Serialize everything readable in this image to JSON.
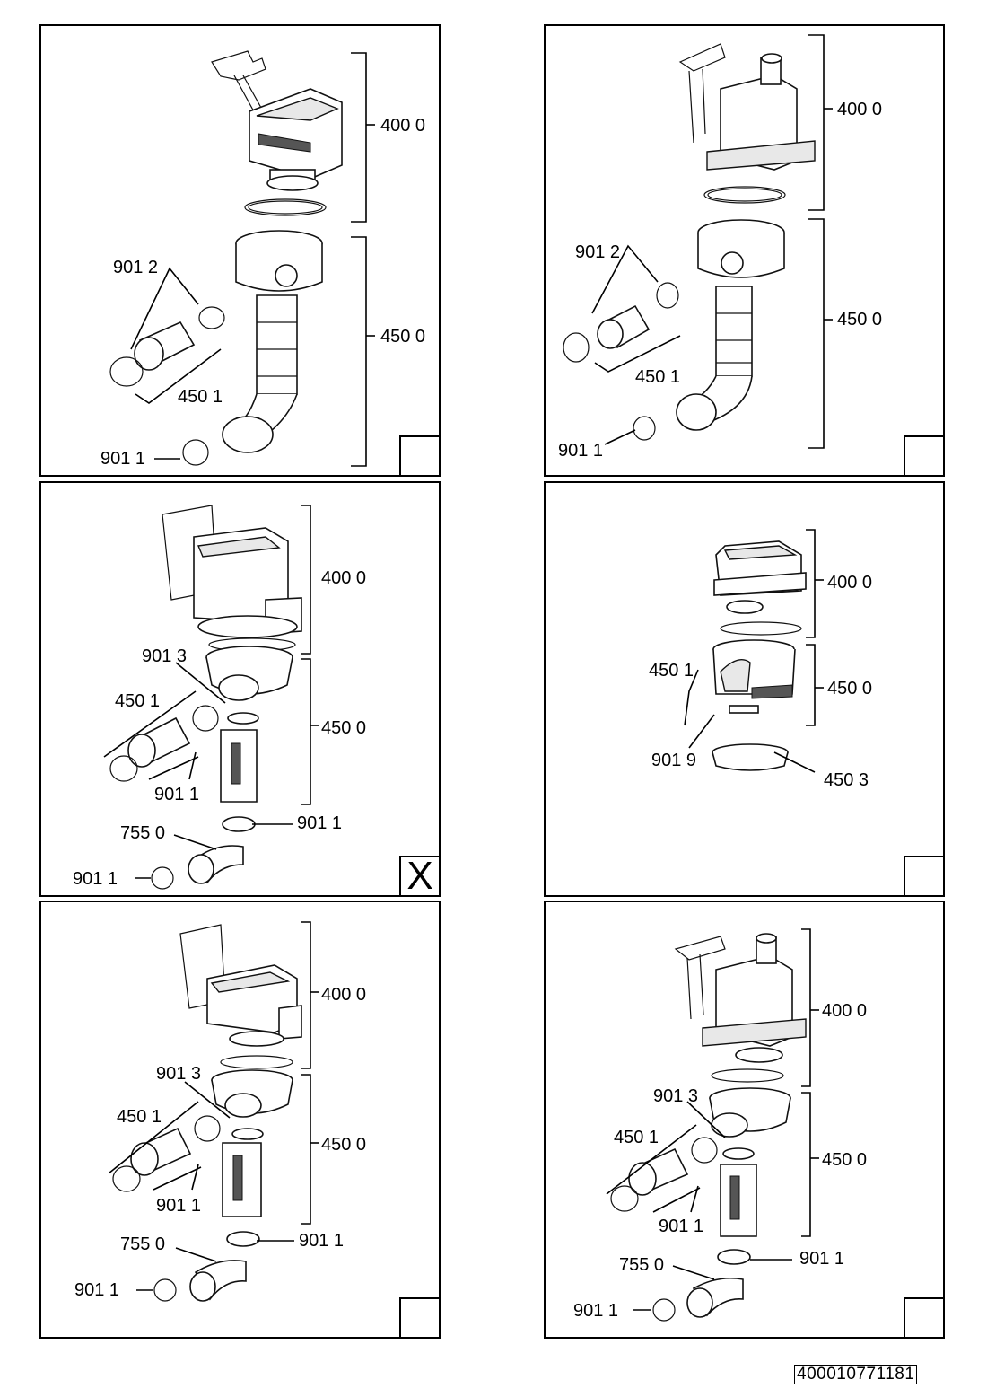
{
  "panels": [
    {
      "labels": [
        "400 0",
        "450 0",
        "901 2",
        "450 1",
        "901 1"
      ],
      "corner": ""
    },
    {
      "labels": [
        "400 0",
        "450 0",
        "901 2",
        "450 1",
        "901 1"
      ],
      "corner": ""
    },
    {
      "labels": [
        "400 0",
        "450 0",
        "901 3",
        "450 1",
        "901 1",
        "901 1",
        "755 0",
        "901 1"
      ],
      "corner": "X"
    },
    {
      "labels": [
        "400 0",
        "450 0",
        "450 1",
        "901 9",
        "450 3"
      ],
      "corner": ""
    },
    {
      "labels": [
        "400 0",
        "450 0",
        "901 3",
        "450 1",
        "901 1",
        "901 1",
        "755 0",
        "901 1"
      ],
      "corner": ""
    },
    {
      "labels": [
        "400 0",
        "450 0",
        "901 3",
        "450 1",
        "901 1",
        "901 1",
        "755 0",
        "901 1"
      ],
      "corner": ""
    }
  ],
  "document_id": "400010771181"
}
